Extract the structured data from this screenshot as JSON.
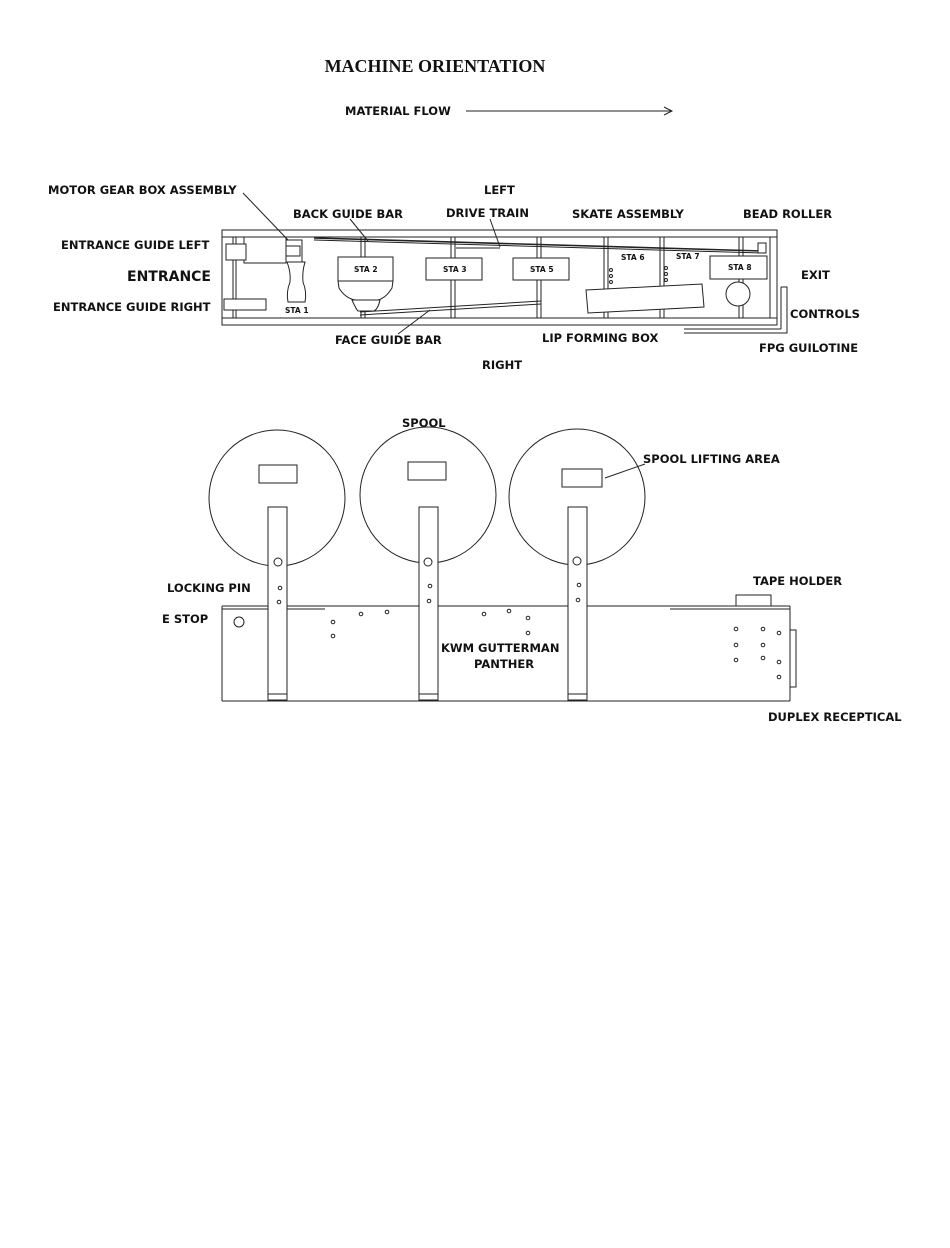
{
  "title": "MACHINE ORIENTATION",
  "material_flow": "MATERIAL FLOW",
  "top_view": {
    "left": "LEFT",
    "right": "RIGHT",
    "entrance": "ENTRANCE",
    "exit": "EXIT",
    "motor_gear_box": "MOTOR GEAR BOX ASSEMBLY",
    "back_guide_bar": "BACK GUIDE BAR",
    "drive_train": "DRIVE TRAIN",
    "skate_assembly": "SKATE ASSEMBLY",
    "bead_roller": "BEAD ROLLER",
    "entrance_guide_left": "ENTRANCE GUIDE LEFT",
    "entrance_guide_right": "ENTRANCE GUIDE RIGHT",
    "controls": "CONTROLS",
    "face_guide_bar": "FACE GUIDE BAR",
    "lip_forming_box": "LIP FORMING BOX",
    "fpg_guilotine": "FPG GUILOTINE",
    "stations": [
      "STA 1",
      "STA 2",
      "STA 3",
      "STA 5",
      "STA 6",
      "STA 7",
      "STA 8"
    ]
  },
  "side_view": {
    "spool": "SPOOL",
    "spool_lifting_area": "SPOOL LIFTING AREA",
    "locking_pin": "LOCKING PIN",
    "e_stop": "E STOP",
    "tape_holder": "TAPE HOLDER",
    "machine_name_line1": "KWM GUTTERMAN",
    "machine_name_line2": "PANTHER",
    "duplex_receptical": "DUPLEX RECEPTICAL"
  }
}
